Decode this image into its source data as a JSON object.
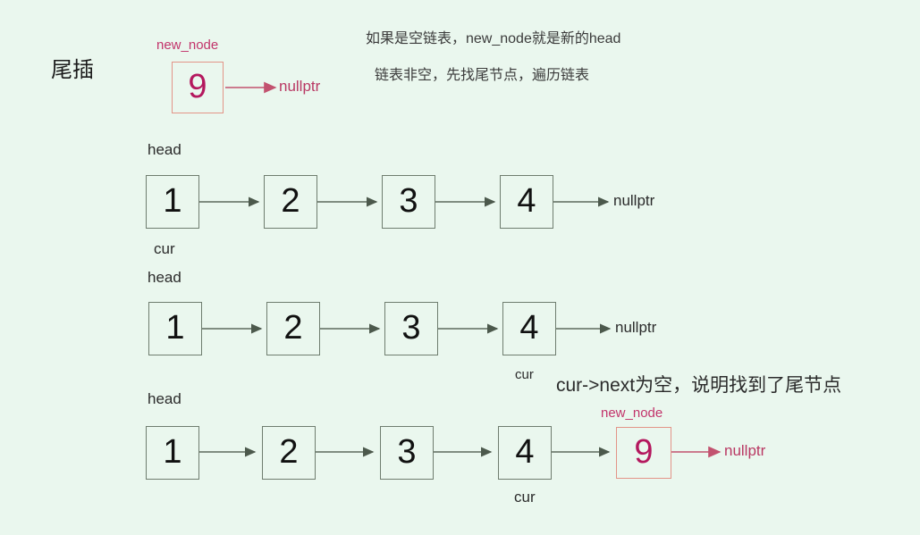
{
  "title": "尾插",
  "notes": {
    "line1": "如果是空链表，new_node就是新的head",
    "line2": "链表非空，先找尾节点，遍历链表",
    "line3": "cur->next为空，说明找到了尾节点"
  },
  "labels": {
    "new_node": "new_node",
    "head": "head",
    "cur": "cur",
    "nullptr": "nullptr"
  },
  "colors": {
    "background": "#eaf7ee",
    "node_border": "#6f7d6f",
    "node_text": "#111111",
    "new_node_border": "#e39488",
    "new_node_text": "#b4185e",
    "accent_pink": "#c2346b",
    "arrow": "#5d6a5d",
    "arrow_pink": "#c2526f",
    "label_text": "#2b2b2b"
  },
  "top_row": {
    "node_value": "9",
    "node_label": "new_node",
    "target": "nullptr"
  },
  "row1": {
    "head_label": "head",
    "cur_label": "cur",
    "nodes": [
      "1",
      "2",
      "3",
      "4"
    ],
    "tail_target": "nullptr"
  },
  "row2": {
    "head_label": "head",
    "cur_label": "cur",
    "nodes": [
      "1",
      "2",
      "3",
      "4"
    ],
    "tail_target": "nullptr"
  },
  "row3": {
    "head_label": "head",
    "cur_label": "cur",
    "new_node_label": "new_node",
    "nodes": [
      "1",
      "2",
      "3",
      "4"
    ],
    "new_node_value": "9",
    "tail_target": "nullptr"
  }
}
